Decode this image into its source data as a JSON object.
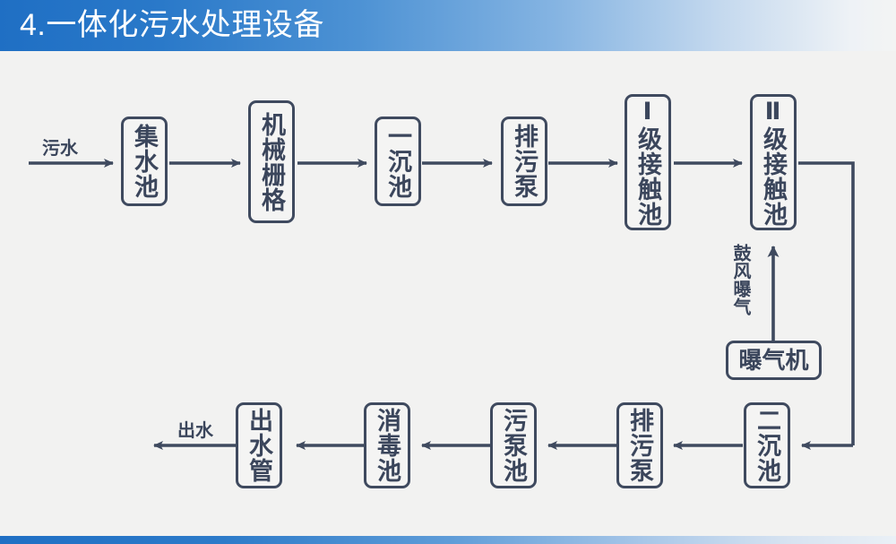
{
  "slide": {
    "title": "4.一体化污水处理设备",
    "header_gradient_from": "#1f6fc4",
    "header_gradient_to": "#f3f4f3",
    "background": "#f2f2f1",
    "line_color": "#3f4a5f",
    "text_color": "#3b465c"
  },
  "diagram": {
    "type": "process-flow",
    "row_top": [
      {
        "id": "collect-tank",
        "label": "集水池",
        "orientation": "vertical"
      },
      {
        "id": "mechanical-grille",
        "label": "机械栅格",
        "orientation": "vertical"
      },
      {
        "id": "primary-settler",
        "label": "一沉池",
        "orientation": "vertical"
      },
      {
        "id": "sewage-pump",
        "label": "排污泵",
        "orientation": "vertical"
      },
      {
        "id": "contact-tank-1",
        "label": "Ⅰ级接触池",
        "orientation": "vertical"
      },
      {
        "id": "contact-tank-2",
        "label": "Ⅱ级接触池",
        "orientation": "vertical"
      }
    ],
    "row_bottom": [
      {
        "id": "outlet-pipe",
        "label": "出水管",
        "orientation": "vertical"
      },
      {
        "id": "disinfection-tank",
        "label": "消毒池",
        "orientation": "vertical"
      },
      {
        "id": "sludge-pump-tank",
        "label": "污泵池",
        "orientation": "vertical"
      },
      {
        "id": "sewage-pump-2",
        "label": "排污泵",
        "orientation": "vertical"
      },
      {
        "id": "secondary-settler",
        "label": "二沉池",
        "orientation": "vertical"
      }
    ],
    "aux": [
      {
        "id": "aerator",
        "label": "曝气机",
        "orientation": "horizontal"
      }
    ],
    "labels": {
      "inlet": "污水",
      "outlet": "出水",
      "aeration": "鼓风曝气"
    }
  }
}
